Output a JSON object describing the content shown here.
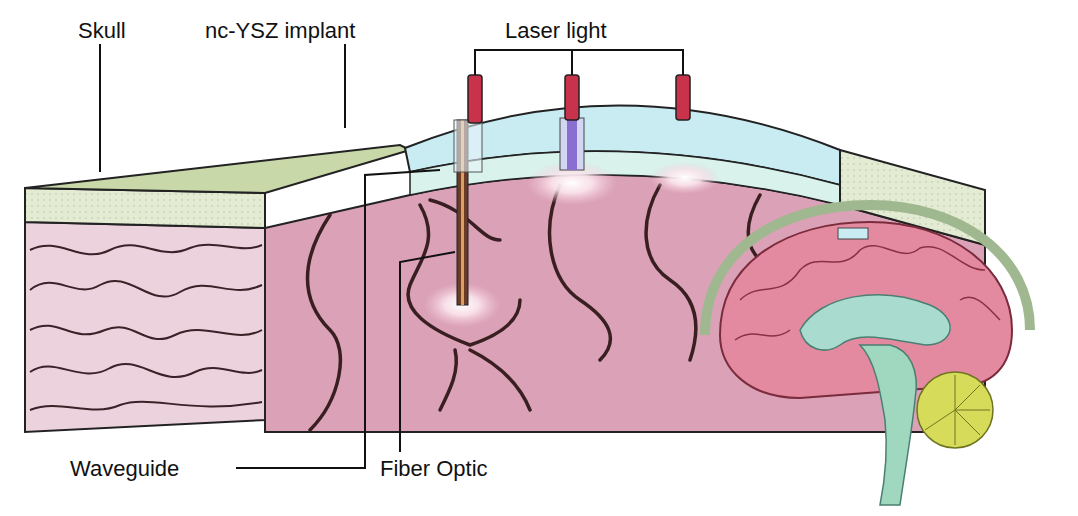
{
  "diagram": {
    "labels": [
      "Skull",
      "nc-YSZ implant",
      "Laser light",
      "Waveguide",
      "Fiber Optic"
    ]
  }
}
